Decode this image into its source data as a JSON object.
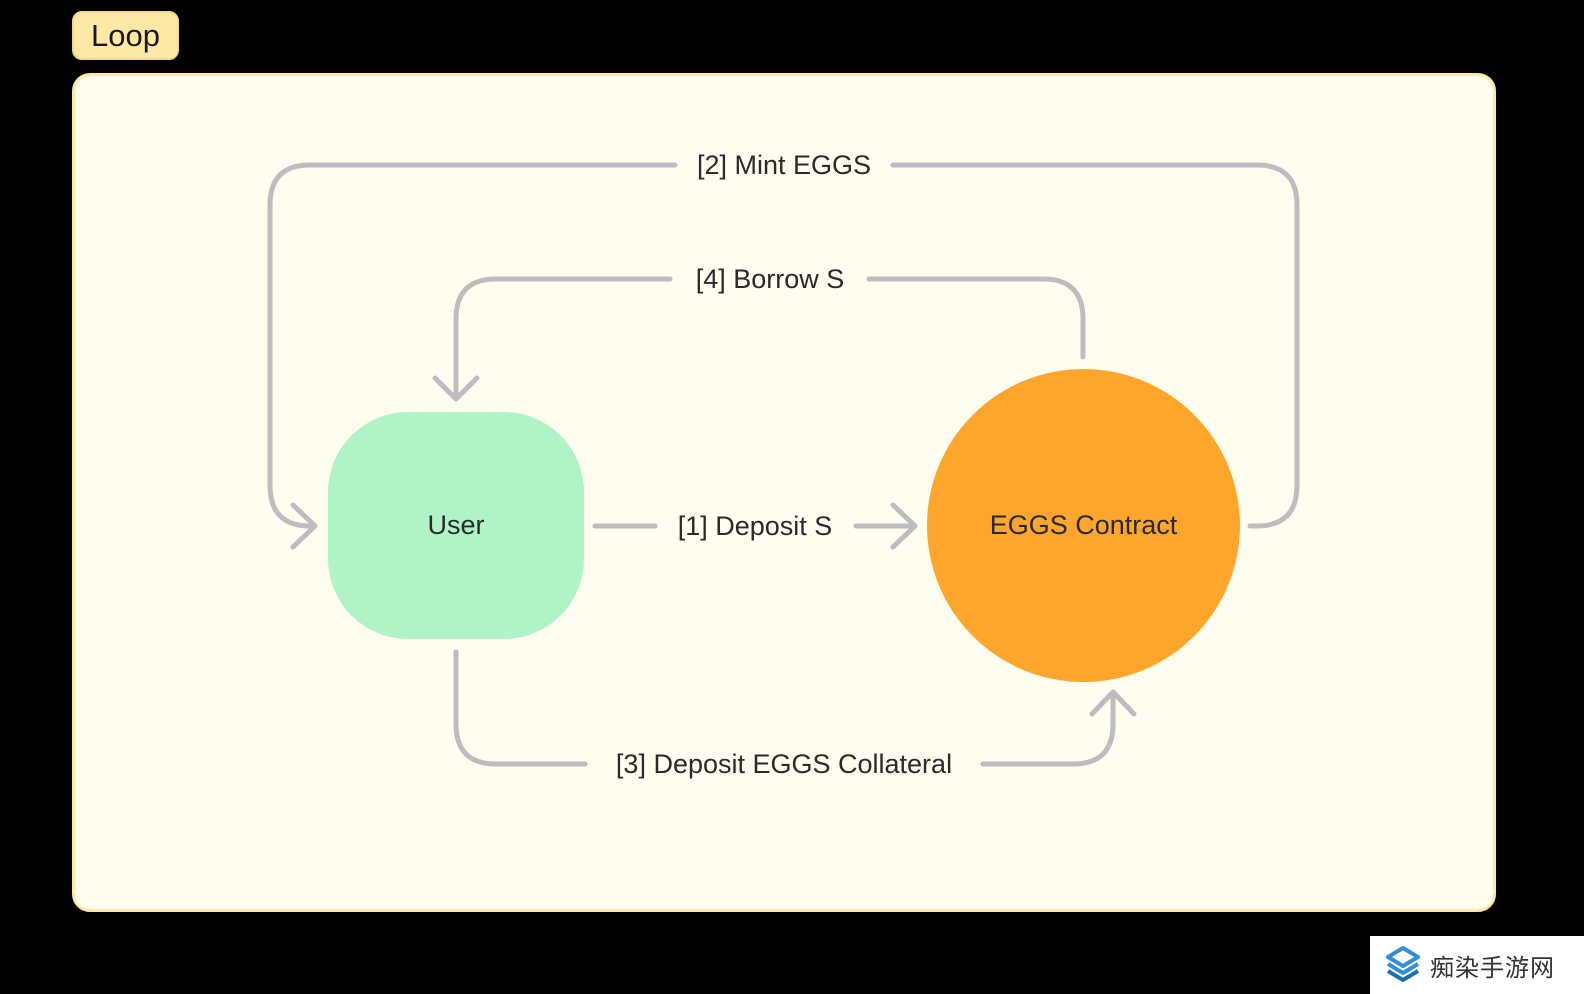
{
  "frame": {
    "label": "Loop"
  },
  "nodes": {
    "user": "User",
    "contract": "EGGS Contract"
  },
  "edges": {
    "deposit_s": "[1] Deposit S",
    "mint_eggs": "[2] Mint EGGS",
    "deposit_collateral": "[3] Deposit EGGS Collateral",
    "borrow_s": "[4] Borrow S"
  },
  "watermark": {
    "text": "痴染手游网",
    "icon": "diamond-logo-icon"
  },
  "colors": {
    "background": "#000000",
    "panel": "#fffcf0",
    "tag": "#fde8a6",
    "user_node": "#b0f3c7",
    "contract_node": "#fea62b",
    "connector": "#bdbdbd"
  }
}
